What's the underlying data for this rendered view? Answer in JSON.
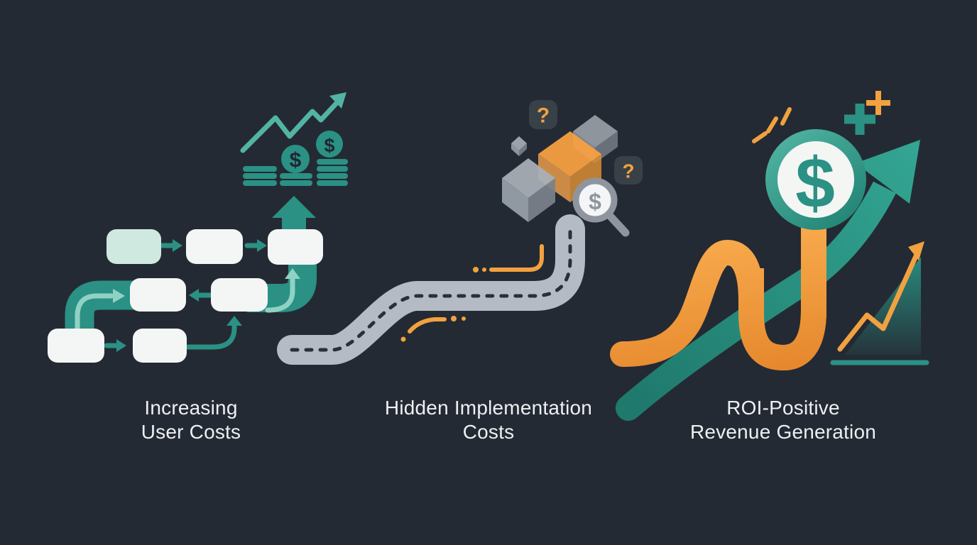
{
  "panels": [
    {
      "id": "increasing-user-costs",
      "icon": "flowchart-rising-money-icon",
      "lines": [
        "Increasing",
        "User Costs"
      ]
    },
    {
      "id": "hidden-implementation-costs",
      "icon": "winding-road-cubes-icon",
      "lines": [
        "Hidden Implementation",
        "Costs"
      ]
    },
    {
      "id": "roi-positive-revenue-generation",
      "icon": "ribbon-growth-dollar-icon",
      "lines": [
        "ROI-Positive",
        "Revenue Generation"
      ]
    }
  ],
  "glyphs": {
    "dollar": "$",
    "question": "?"
  },
  "colors": {
    "bg": "#242A33",
    "text": "#EDF0F2",
    "teal": "#2A9184",
    "tealDark": "#1F7A6D",
    "tealLight": "#8FD2C4",
    "tealZig": "#52B4A4",
    "mint": "#CFE9E1",
    "box": "#F4F6F5",
    "navy": "#1F2630",
    "orange": "#F2A140",
    "orangeLight": "#F8AB4D",
    "orangeDeep": "#E5862C",
    "road": "#B5BBC4",
    "dash": "#2A303A",
    "gray": "#8E959E",
    "grayLight": "#F3F5F6",
    "cubeTop": "#A9B0B8",
    "cubeLeft": "#99A1AA",
    "cubeRight": "#7B828B",
    "badge": "#3A414A"
  }
}
